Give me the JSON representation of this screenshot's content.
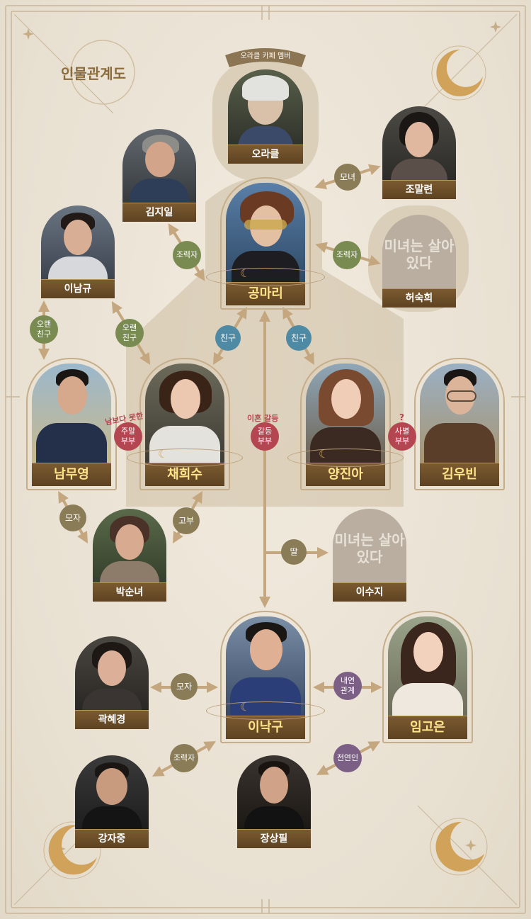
{
  "title": "인물관계도",
  "group_label": "오라클 카페 멤버",
  "ghost_text": "미녀는\n살아있다",
  "characters": {
    "oracle": "오라클",
    "jomalryeon": "조말련",
    "kimjiil": "김지일",
    "gongmari": "공마리",
    "inamgyu": "이남규",
    "heosukhui": "허숙희",
    "nammuyeong": "남무영",
    "chaehuisu": "채희수",
    "yangjina": "양진아",
    "kimubin": "김우빈",
    "baksunnyeo": "박순녀",
    "isuji": "이수지",
    "gwakhyegyeong": "곽혜경",
    "inakgu": "이낙구",
    "imgoeun": "임고은",
    "gangjajung": "강자중",
    "jangsangpil": "장상필"
  },
  "relations": {
    "monyeo": "모녀",
    "joryeokja_kim": "조력자",
    "joryeokja_heo": "조력자",
    "oraen_1": "오랜\n친구",
    "oraen_2": "오랜\n친구",
    "chingu_1": "친구",
    "chingu_2": "친구",
    "jumal": "주말\n부부",
    "galdeung": "갈등\n부부",
    "sabyeol": "사별\n부부",
    "moja_1": "모자",
    "gobu": "고부",
    "ttal": "딸",
    "moja_2": "모자",
    "naeyeon": "내연\n관계",
    "joryeokja_kang": "조력자",
    "jeonyeonin": "전연인"
  },
  "notes": {
    "nambodamothan": "남보다 못한",
    "ihon": "이혼 갈등",
    "question": "?"
  },
  "colors": {
    "green": "#7a8b52",
    "blue": "#4f8aa4",
    "red": "#b34651",
    "olive": "#8a7c56",
    "purple": "#7c5f84",
    "gold": "#b08a55",
    "plate": "#6b4e2a"
  }
}
